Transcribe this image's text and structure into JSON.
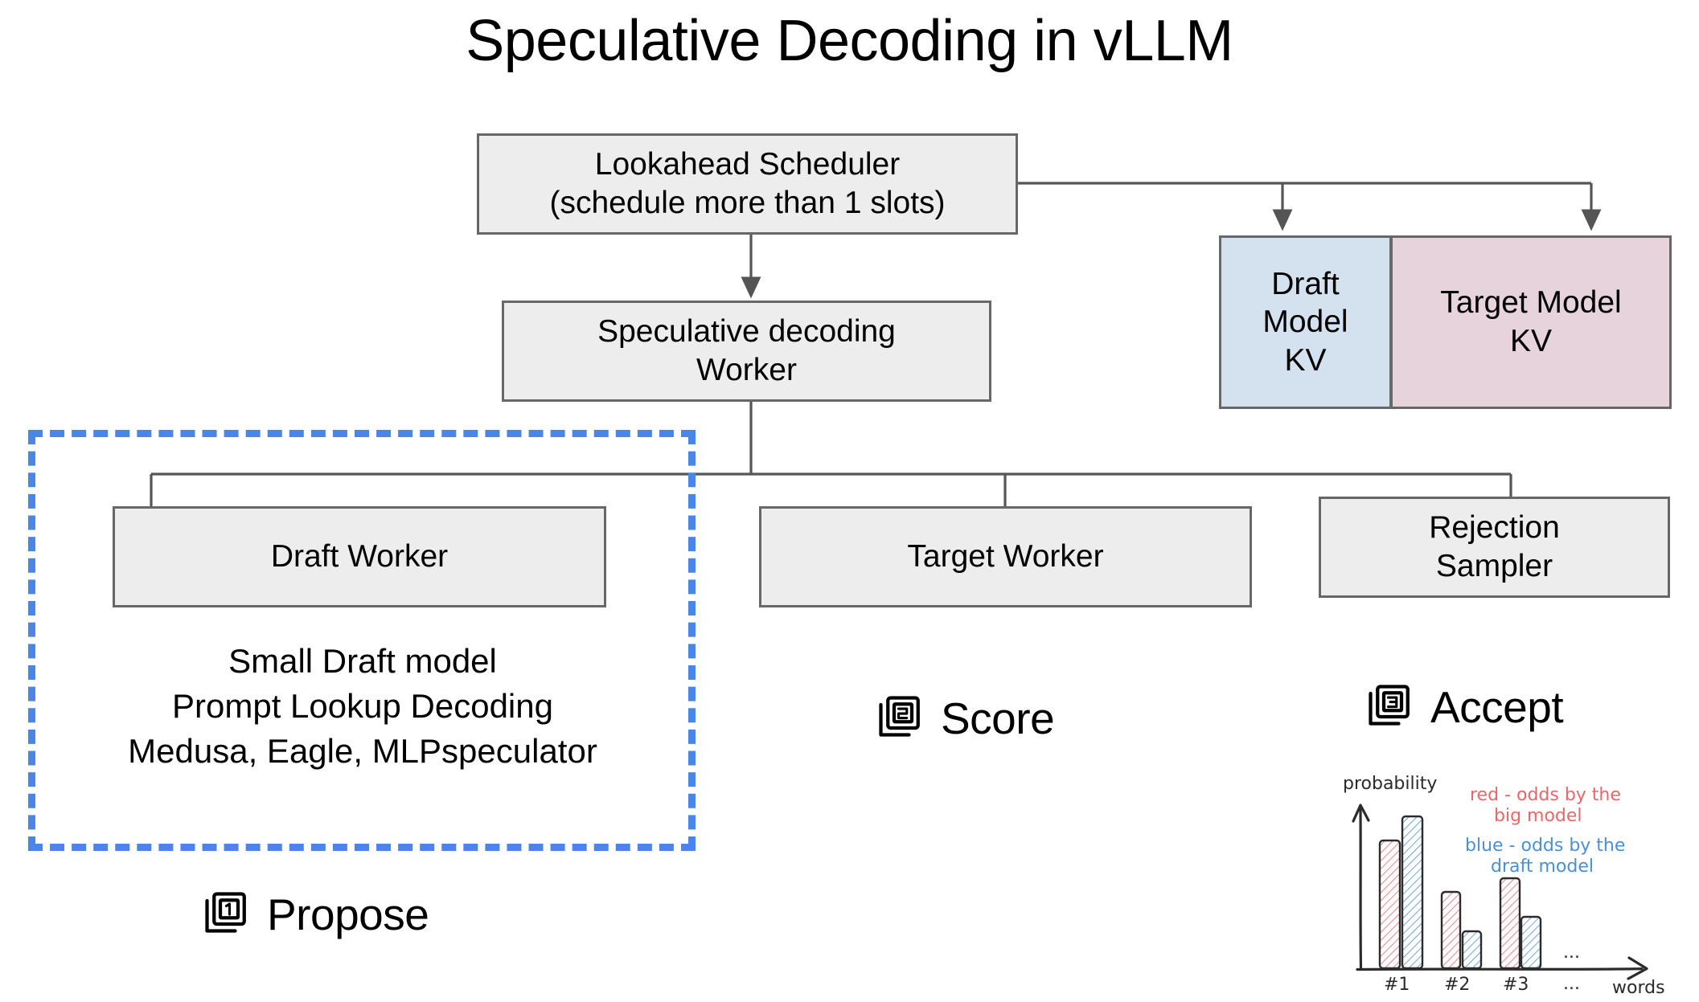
{
  "title": "Speculative Decoding in vLLM",
  "nodes": {
    "lookahead_scheduler": "Lookahead Scheduler\n(schedule more than 1 slots)",
    "spec_decoding_worker": "Speculative decoding\nWorker",
    "draft_model_kv": "Draft\nModel\nKV",
    "target_model_kv": "Target Model\nKV",
    "draft_worker": "Draft Worker",
    "target_worker": "Target Worker",
    "rejection_sampler": "Rejection\nSampler"
  },
  "draft_methods": "Small Draft model\nPrompt Lookup Decoding\nMedusa, Eagle, MLPspeculator",
  "steps": [
    {
      "number": "1",
      "label": "Propose"
    },
    {
      "number": "2",
      "label": "Score"
    },
    {
      "number": "3",
      "label": "Accept"
    }
  ],
  "colors": {
    "node_fill": "#ededed",
    "node_border": "#676767",
    "draft_kv_fill": "#d4e1ef",
    "target_kv_fill": "#e6d3dc",
    "dashed_highlight": "#4a86e8",
    "red_series": "#e8676a",
    "blue_series": "#4a90d9",
    "sketch_ink": "#2b2b2b"
  },
  "chart_data": {
    "type": "bar",
    "title": "",
    "xlabel": "words",
    "ylabel": "probability",
    "categories": [
      "#1",
      "#2",
      "#3"
    ],
    "series": [
      {
        "name": "red - odds by the big model",
        "color": "#e8676a",
        "values": [
          0.78,
          0.48,
          0.57
        ]
      },
      {
        "name": "blue - odds by the draft model",
        "color": "#4a90d9",
        "values": [
          0.95,
          0.22,
          0.32
        ]
      }
    ],
    "legend": [
      {
        "text": "red - odds by the\nbig model",
        "color": "#e8676a"
      },
      {
        "text": "blue - odds by the\ndraft model",
        "color": "#4a90d9"
      }
    ],
    "ylim": [
      0,
      1
    ],
    "grid": false,
    "legend_position": "top-right",
    "annotations": [
      "...",
      "..."
    ],
    "style": "hand-drawn"
  }
}
